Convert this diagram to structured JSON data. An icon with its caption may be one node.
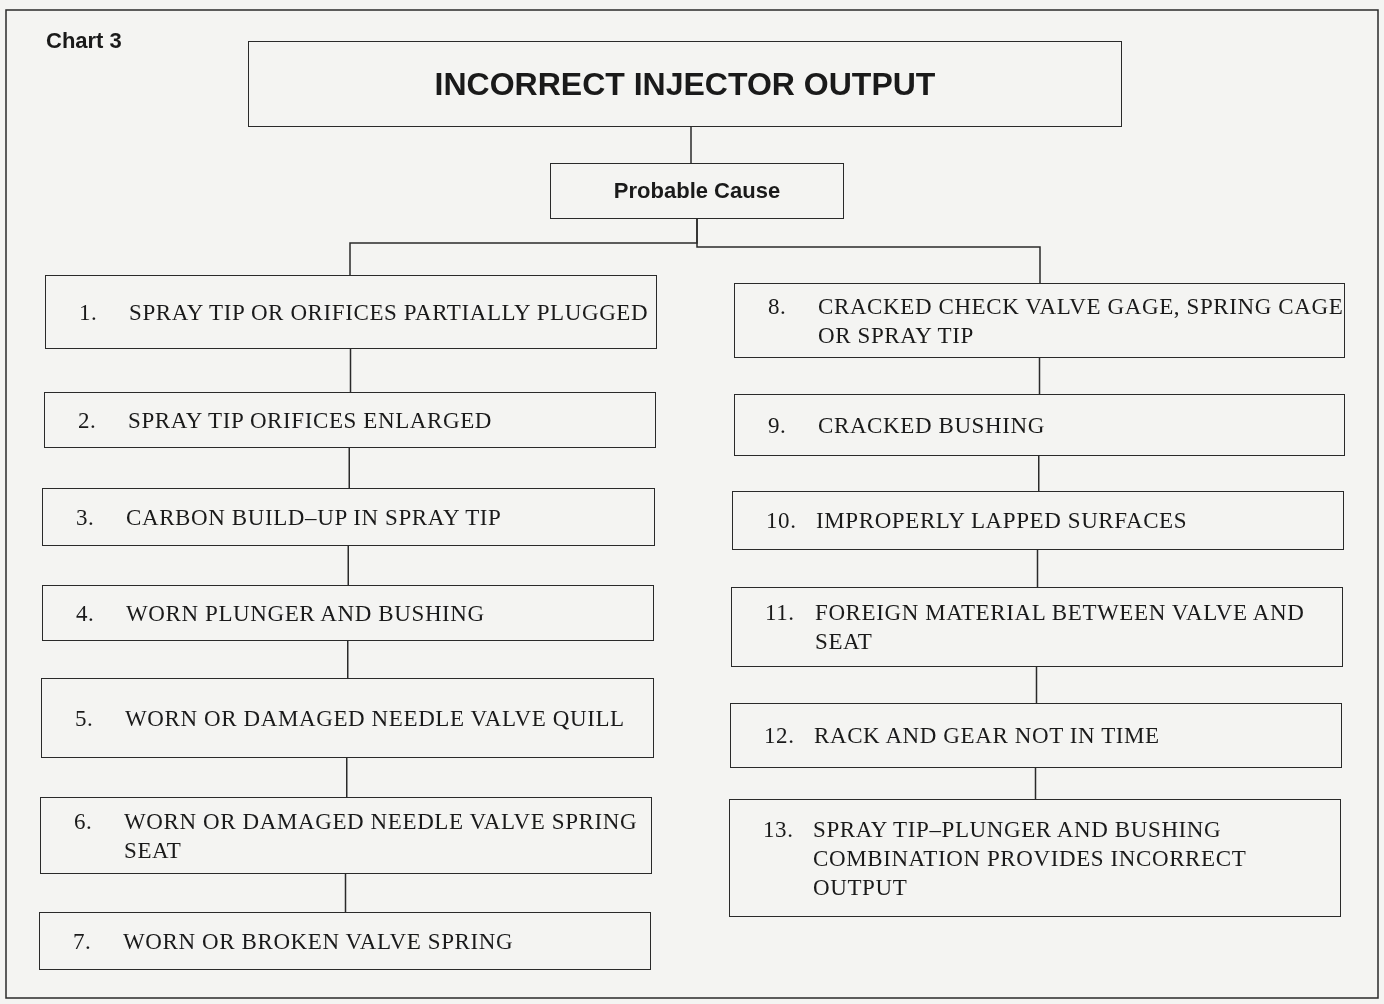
{
  "diagram": {
    "nodes": [
      {
        "text": [
          "INCORRECT INJECTOR OUTPUT"
        ]
      },
      {
        "text": [
          "Probable Cause"
        ]
      },
      {
        "text": [
          "1.",
          "SPRAY TIP OR ORIFICES PARTIALLY PLUGGED"
        ]
      },
      {
        "text": [
          "2.",
          "SPRAY TIP ORIFICES ENLARGED"
        ]
      },
      {
        "text": [
          "3.",
          "CARBON BUILD–UP IN SPRAY TIP"
        ]
      },
      {
        "text": [
          "4.",
          "WORN PLUNGER AND BUSHING"
        ]
      },
      {
        "text": [
          "5.",
          "WORN OR DAMAGED NEEDLE VALVE QUILL"
        ]
      },
      {
        "text": [
          "6.",
          "WORN OR DAMAGED NEEDLE VALVE SPRING SEAT"
        ]
      },
      {
        "text": [
          "7.",
          "WORN OR BROKEN VALVE SPRING"
        ]
      },
      {
        "text": [
          "8.",
          "CRACKED CHECK VALVE GAGE, SPRING CAGE OR SPRAY TIP"
        ]
      },
      {
        "text": [
          "9.",
          "CRACKED BUSHING"
        ]
      },
      {
        "text": [
          "10.",
          "IMPROPERLY LAPPED SURFACES"
        ]
      },
      {
        "text": [
          "11.",
          "FOREIGN MATERIAL BETWEEN VALVE AND SEAT"
        ]
      },
      {
        "text": [
          "12.",
          "RACK AND GEAR NOT IN TIME"
        ]
      },
      {
        "text": [
          "13.",
          "SPRAY TIP–PLUNGER AND BUSHING COMBINATION PROVIDES INCORRECT OUTPUT"
        ]
      }
    ],
    "edges": [
      {
        "from": 0,
        "to": 1,
        "arrow": "none"
      },
      {
        "from": 1,
        "to": 2,
        "arrow": "none"
      },
      {
        "from": 1,
        "to": 9,
        "arrow": "none"
      },
      {
        "from": 2,
        "to": 3,
        "arrow": "none"
      },
      {
        "from": 3,
        "to": 4,
        "arrow": "none"
      },
      {
        "from": 4,
        "to": 5,
        "arrow": "none"
      },
      {
        "from": 5,
        "to": 6,
        "arrow": "none"
      },
      {
        "from": 6,
        "to": 7,
        "arrow": "none"
      },
      {
        "from": 7,
        "to": 8,
        "arrow": "none"
      },
      {
        "from": 9,
        "to": 10,
        "arrow": "none"
      },
      {
        "from": 10,
        "to": 11,
        "arrow": "none"
      },
      {
        "from": 11,
        "to": 12,
        "arrow": "none"
      },
      {
        "from": 12,
        "to": 13,
        "arrow": "none"
      },
      {
        "from": 13,
        "to": 14,
        "arrow": "none"
      }
    ],
    "labels": [
      "Chart 3"
    ]
  }
}
